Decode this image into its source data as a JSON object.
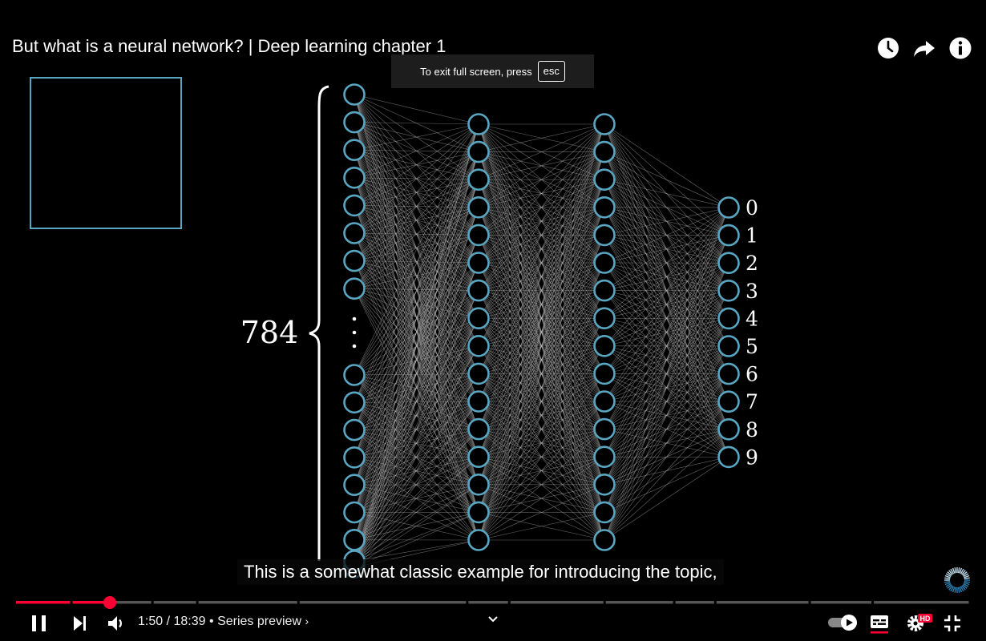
{
  "video": {
    "title": "But what is a neural network? | Deep learning chapter 1",
    "caption": "This is a somewhat classic example for introducing the topic,",
    "fullscreen_toast": {
      "text": "To exit full screen, press",
      "key": "esc"
    }
  },
  "network": {
    "input_count_label": "784",
    "output_labels": [
      "0",
      "1",
      "2",
      "3",
      "4",
      "5",
      "6",
      "7",
      "8",
      "9"
    ],
    "node_color": "#58a6c2",
    "edge_color": "#bbbbbb"
  },
  "player": {
    "current_time": "1:50",
    "duration": "18:39",
    "time_separator": "/",
    "series_label": "Series preview",
    "progress_fraction": 0.0983,
    "buffered_fraction": 0.1,
    "progress_color": "#ff0033",
    "hd_badge": "HD",
    "top_icons": [
      "watch-later-icon",
      "share-icon",
      "info-icon"
    ]
  }
}
